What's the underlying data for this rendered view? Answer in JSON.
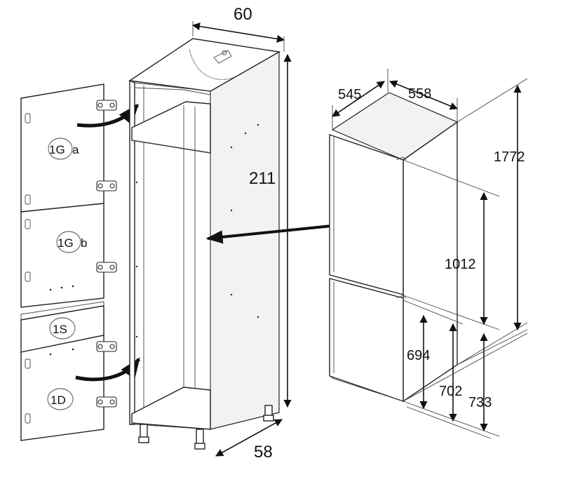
{
  "cabinet": {
    "width_label": "60",
    "height_label": "211",
    "depth_label": "58"
  },
  "doors": {
    "upper_top_label": "1G",
    "upper_top_suffix": "a",
    "upper_bottom_label": "1G",
    "upper_bottom_suffix": "b",
    "strip_label": "1S",
    "lower_label": "1D"
  },
  "fridge": {
    "depth_label": "545",
    "width_label": "558",
    "total_height_label": "1772",
    "upper_height_label": "1012",
    "lower_height_a_label": "694",
    "lower_height_b_label": "702",
    "lower_height_c_label": "733"
  }
}
